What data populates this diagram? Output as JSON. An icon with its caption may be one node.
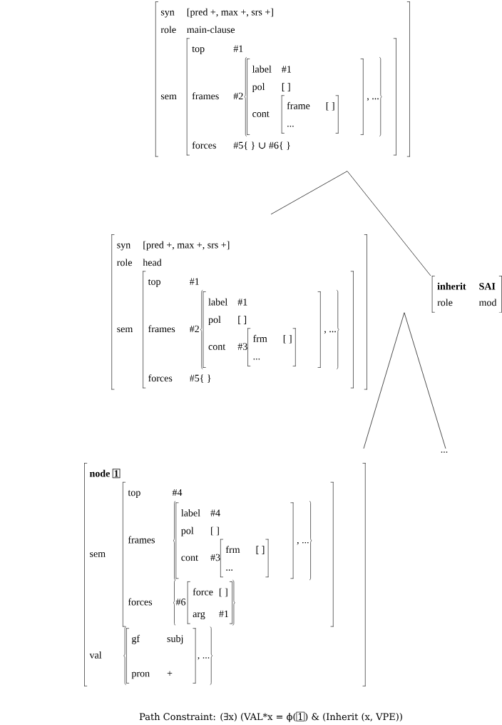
{
  "diagram": {
    "nodes": [
      {
        "text": [
          "syn",
          "[pred +, max +, srs +]",
          "role",
          "main-clause",
          "sem",
          "top",
          "#1",
          "frames",
          "#2",
          "label",
          "#1",
          "pol",
          "[ ]",
          "cont",
          "frame",
          "[ ]",
          "...",
          ", ...",
          "forces",
          "#5{ }",
          "∪",
          "#6{ }"
        ]
      },
      {
        "text": [
          "syn",
          "[pred +, max +, srs +]",
          "role",
          "head",
          "sem",
          "top",
          "#1",
          "frames",
          "#2",
          "label",
          "#1",
          "pol",
          "[ ]",
          "cont",
          "#3",
          "frm",
          "[ ]",
          "...",
          ", ...",
          "forces",
          "#5{ }"
        ]
      },
      {
        "text": [
          "inherit",
          "SAI",
          "role",
          "mod"
        ]
      },
      {
        "text": [
          "node",
          "1",
          "sem",
          "top",
          "#4",
          "frames",
          "label",
          "#4",
          "pol",
          "[ ]",
          "cont",
          "#3",
          "frm",
          "[ ]",
          "...",
          ", ...",
          "forces",
          "#6",
          "force",
          "[ ]",
          "arg",
          "#1",
          "val",
          "gf",
          "subj",
          "pron",
          "+",
          ", ..."
        ]
      },
      {
        "text": [
          "..."
        ]
      }
    ],
    "edges": [
      {
        "from": 0,
        "to": 1,
        "arrow": "none"
      },
      {
        "from": 0,
        "to": 2,
        "arrow": "none"
      },
      {
        "from": 2,
        "to": 3,
        "arrow": "none"
      },
      {
        "from": 2,
        "to": 4,
        "arrow": "none"
      }
    ],
    "labels": [
      "Path Constraint: (∃x) (VAL*x = ϕ(",
      "1",
      ") & (Inherit (x, VPE))"
    ]
  }
}
